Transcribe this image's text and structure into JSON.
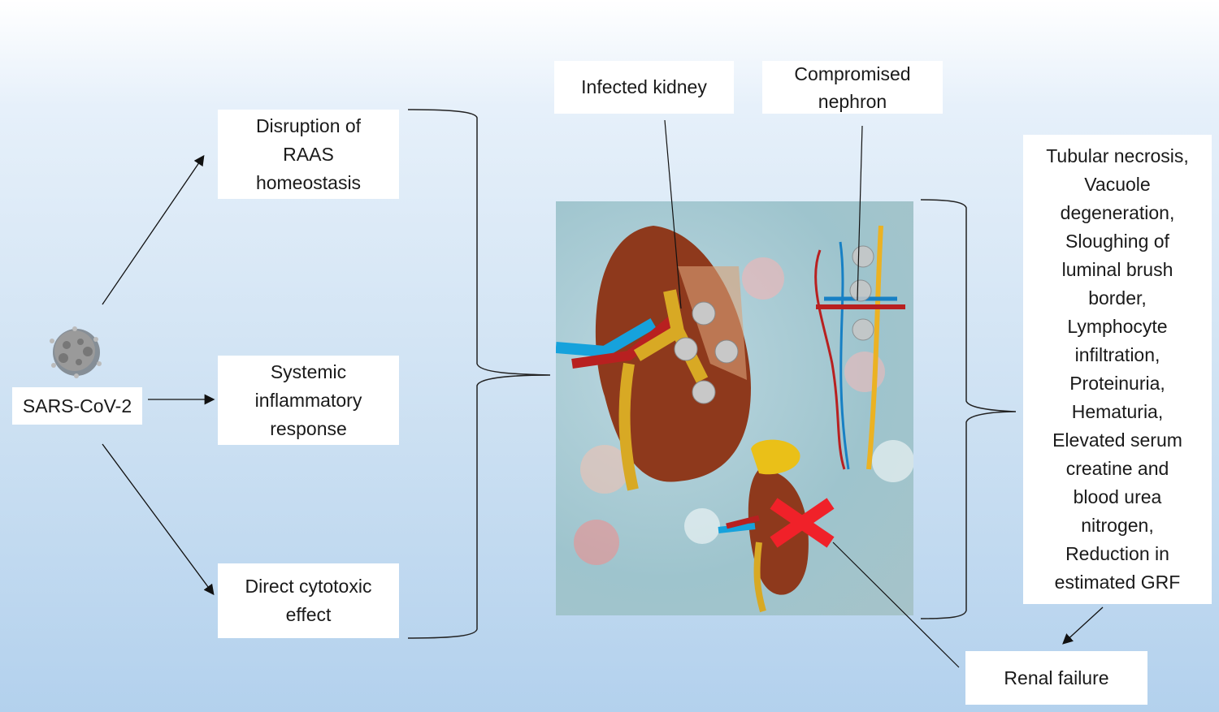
{
  "virus": {
    "label": "SARS-CoV-2",
    "icon": "virus-icon"
  },
  "mechanisms": [
    {
      "label": "Disruption of\nRAAS\nhomeostasis"
    },
    {
      "label": "Systemic\ninflammatory\nresponse"
    },
    {
      "label": "Direct cytotoxic\neffect"
    }
  ],
  "kidney_labels": {
    "infected": "Infected kidney",
    "nephron": "Compromised\nnephron"
  },
  "outcomes": {
    "findings": "Tubular necrosis,\nVacuole\ndegeneration,\nSloughing of\nluminal brush\nborder,\nLymphocyte\ninfiltration,\nProteinuria,\nHematuria,\nElevated serum\ncreatine and\nblood urea\nnitrogen,\nReduction in\nestimated GRF",
    "result": "Renal failure"
  },
  "colors": {
    "kidney": "#8b3a1e",
    "x_mark": "#e8232b",
    "ureter": "#d6a92a",
    "artery": "#b22222",
    "vein": "#1ba1d8"
  }
}
